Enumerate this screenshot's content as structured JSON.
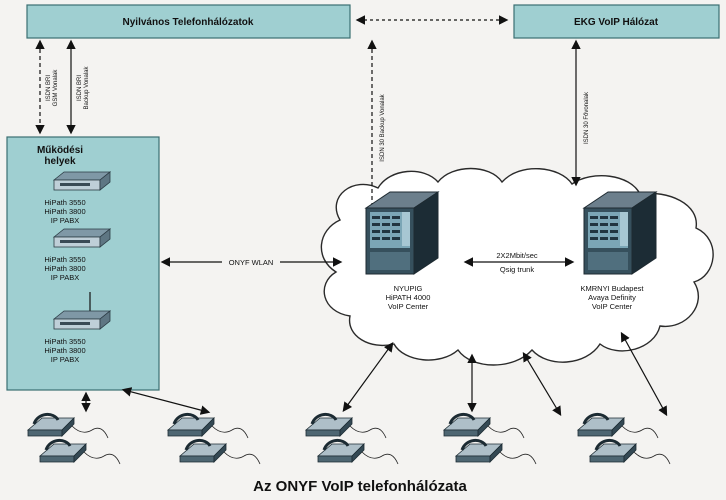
{
  "boxes": {
    "public_network": "Nyilvános Telefonhálózatok",
    "ekg_voip": "EKG VoIP Hálózat",
    "sites_title_line1": "Működési",
    "sites_title_line2": "helyek"
  },
  "pabx": [
    {
      "line1": "HiPath 3550",
      "line2": "HiPath 3800",
      "line3": "IP PABX"
    },
    {
      "line1": "HiPath 3550",
      "line2": "HiPath 3800",
      "line3": "IP PABX"
    },
    {
      "line1": "HiPath 3550",
      "line2": "HiPath 3800",
      "line3": "IP PABX"
    }
  ],
  "links": {
    "isdn_bri_gsm_1": "ISDN BRI",
    "isdn_bri_gsm_2": "GSM Vonalak",
    "isdn_bri_backup_1": "ISDN BRI",
    "isdn_bri_backup_2": "Backup Vonalak",
    "isdn30_backup": "ISDN 30 Backup Vonalak",
    "isdn30_primary": "ISDN 30 Fővonalak",
    "wlan": "ONYF WLAN",
    "trunk_1": "2X2Mbit/sec",
    "trunk_2": "Qsig trunk"
  },
  "servers": {
    "left_1": "NYUPIG",
    "left_2": "HiPATH 4000",
    "left_3": "VoIP Center",
    "right_1": "KMRNYI Budapest",
    "right_2": "Avaya Definity",
    "right_3": "VoIP Center"
  },
  "caption": "Az ONYF VoIP telefonhálózata",
  "colors": {
    "box_fill": "#9fcfd1",
    "box_border": "#3a6f72",
    "background": "#f4f3f1"
  },
  "icons": [
    "pabx-icon",
    "server-icon",
    "telephone-icon",
    "cloud-icon"
  ]
}
